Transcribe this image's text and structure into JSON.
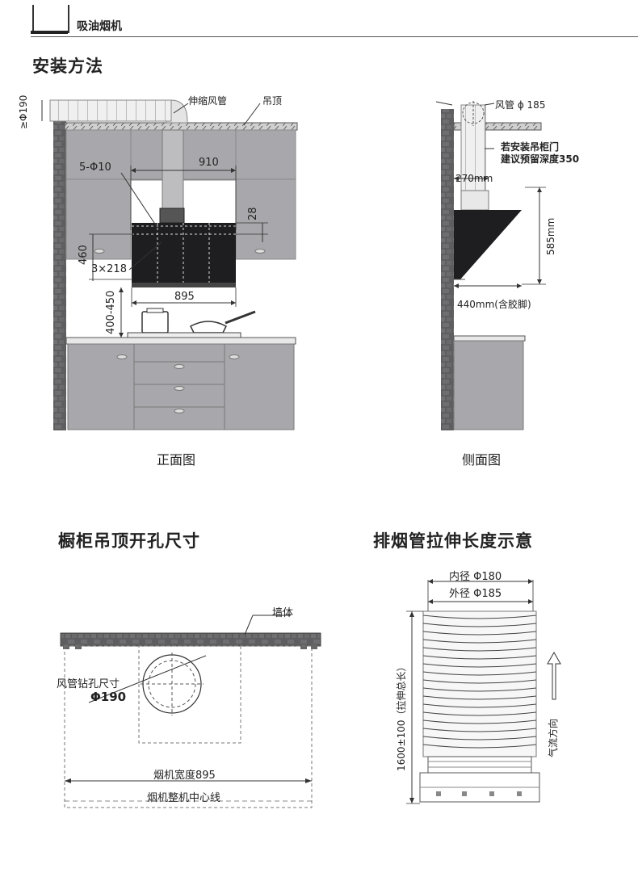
{
  "header": {
    "title": "吸油烟机"
  },
  "install": {
    "title": "安装方法",
    "front": {
      "caption": "正面图",
      "label_duct": "伸缩风管",
      "label_ceiling": "吊顶",
      "label_phi190": "≥Φ190",
      "label_holes": "5-Φ10",
      "dim_910": "910",
      "dim_28": "28",
      "dim_460": "460",
      "label_3x218": "3×218",
      "dim_895": "895",
      "dim_height": "400-450"
    },
    "side": {
      "caption": "侧面图",
      "label_duct": "风管 ϕ 185",
      "note_line1": "若安装吊柜门",
      "note_line2": "建议预留深度350",
      "dim_270": "270mm",
      "dim_585": "585mm",
      "dim_440": "440mm(含胶脚)"
    }
  },
  "cabinet": {
    "title": "橱柜吊顶开孔尺寸",
    "label_wall": "墙体",
    "label_hole": "风管钻孔尺寸",
    "label_hole_size": "Φ190",
    "label_width": "烟机宽度895",
    "label_center": "烟机整机中心线"
  },
  "duct": {
    "title": "排烟管拉伸长度示意",
    "label_inner": "内径 Φ180",
    "label_outer": "外径 Φ185",
    "label_length": "1600±100（拉伸总长）",
    "label_airflow": "气流方向"
  },
  "colors": {
    "wall": "#5e5e60",
    "cabinet": "#a8a8ac",
    "hood": "#1e1e20",
    "line": "#333333"
  }
}
